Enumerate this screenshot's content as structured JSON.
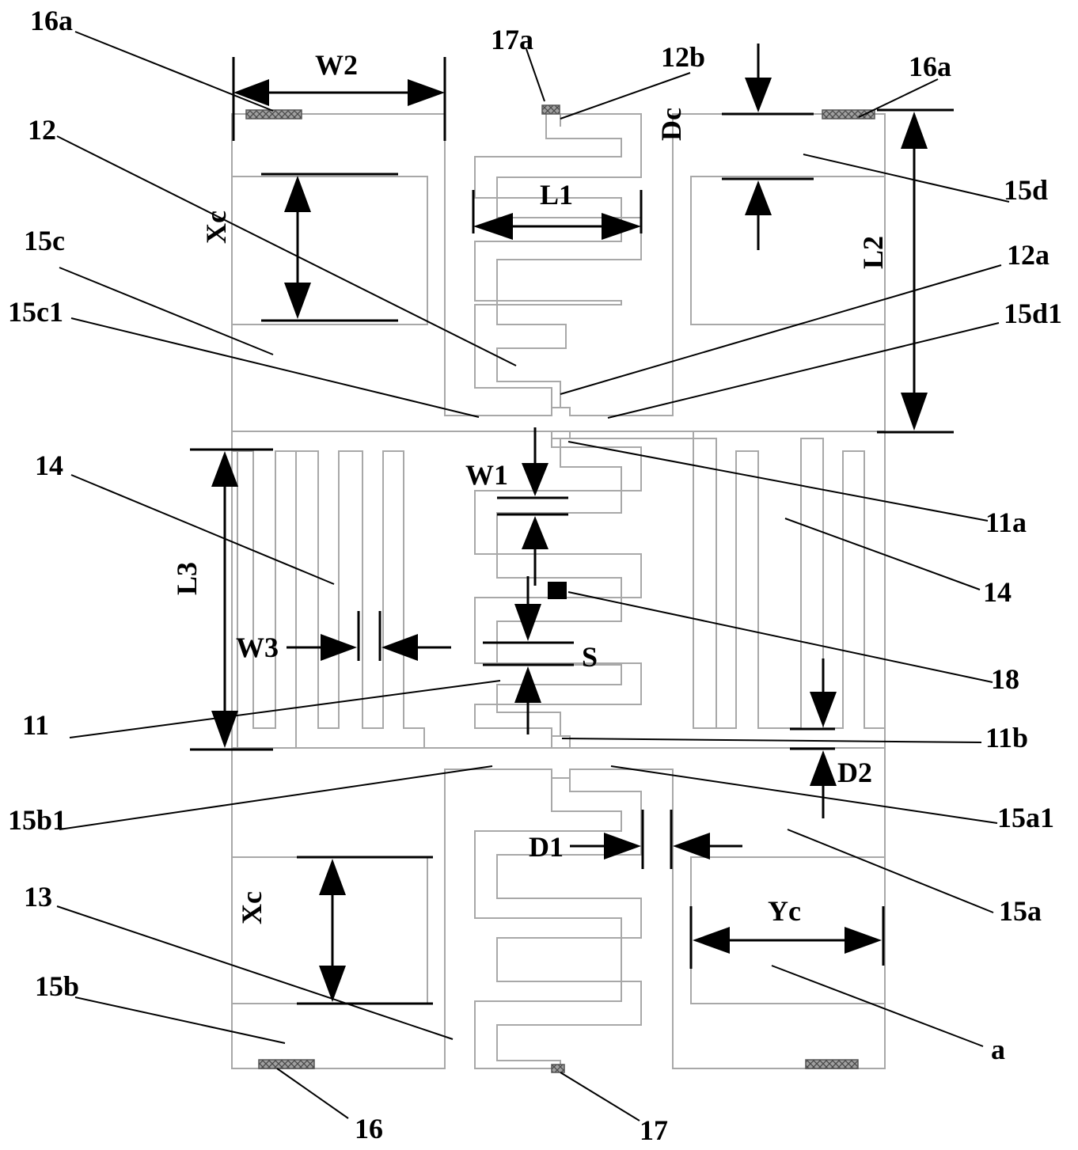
{
  "colors": {
    "outline": "#a8a8a8",
    "ink": "#000000",
    "pad_fill": "#9e9e9e",
    "background": "#ffffff"
  },
  "labels": {
    "16a_left": "16a",
    "16a_right": "16a",
    "w2": "W2",
    "17a": "17a",
    "12b": "12b",
    "12": "12",
    "15d": "15d",
    "l1": "L1",
    "15c": "15c",
    "12a": "12a",
    "15c1": "15c1",
    "15d1": "15d1",
    "14_left": "14",
    "w1": "W1",
    "11a": "11a",
    "14_right": "14",
    "w3": "W3",
    "s": "S",
    "18": "18",
    "11": "11",
    "11b": "11b",
    "d2": "D2",
    "15b1": "15b1",
    "15a1": "15a1",
    "d1": "D1",
    "15a": "15a",
    "13": "13",
    "yc": "Yc",
    "15b": "15b",
    "a": "a",
    "16": "16",
    "17": "17",
    "xc_top": "Xc",
    "xc_bottom": "Xc",
    "dc": "Dc",
    "l2": "L2",
    "l3": "L3"
  }
}
